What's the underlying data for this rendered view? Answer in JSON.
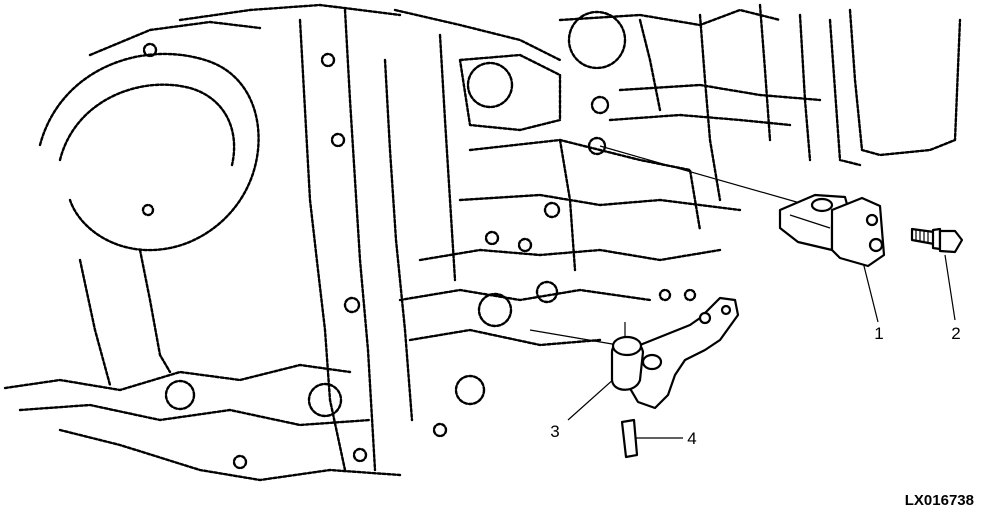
{
  "callouts": {
    "c1": "1",
    "c2": "2",
    "c3": "3",
    "c4": "4"
  },
  "figure_code": "LX016738",
  "icons": [
    "transmission-housing-phantom",
    "bracket",
    "cap-screw",
    "lever",
    "pin"
  ]
}
